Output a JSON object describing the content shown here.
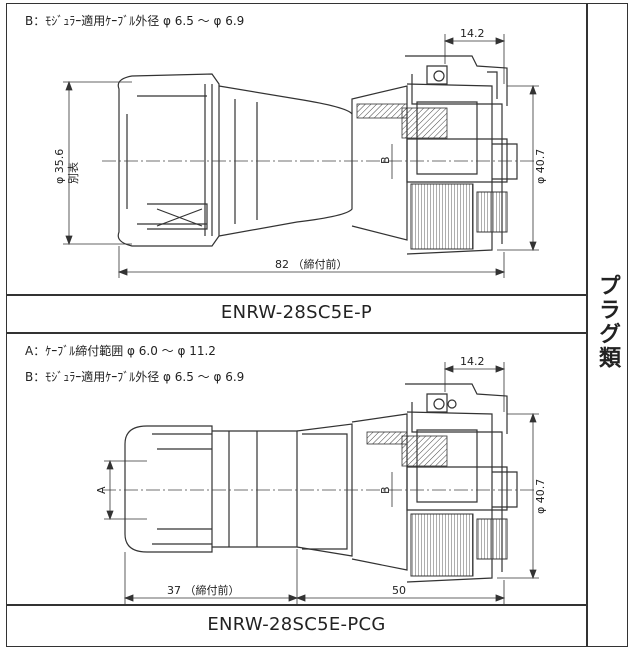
{
  "panel_p": {
    "note_b": "B：ﾓｼﾞｭﾗｰ適用ｹｰﾌﾞﾙ外径 φ 6.5 ～ φ 6.9",
    "dim_top": "14.2",
    "dim_left": "φ 35.6",
    "dim_left_sub": "別表",
    "dim_right": "φ 40.7",
    "dim_b": "B",
    "dim_bottom": "82 （締付前）",
    "model": "ENRW-28SC5E-P"
  },
  "panel_pcg": {
    "note_a": "A：ｹｰﾌﾞﾙ締付範囲 φ 6.0 ～ φ 11.2",
    "note_b": "B：ﾓｼﾞｭﾗｰ適用ｹｰﾌﾞﾙ外径 φ 6.5 ～ φ 6.9",
    "dim_top": "14.2",
    "dim_a": "A",
    "dim_b": "B",
    "dim_right": "φ 40.7",
    "dim_bottom_left": "37 （締付前）",
    "dim_bottom_right": "50",
    "model": "ENRW-28SC5E-PCG"
  },
  "category": "プラグ類"
}
